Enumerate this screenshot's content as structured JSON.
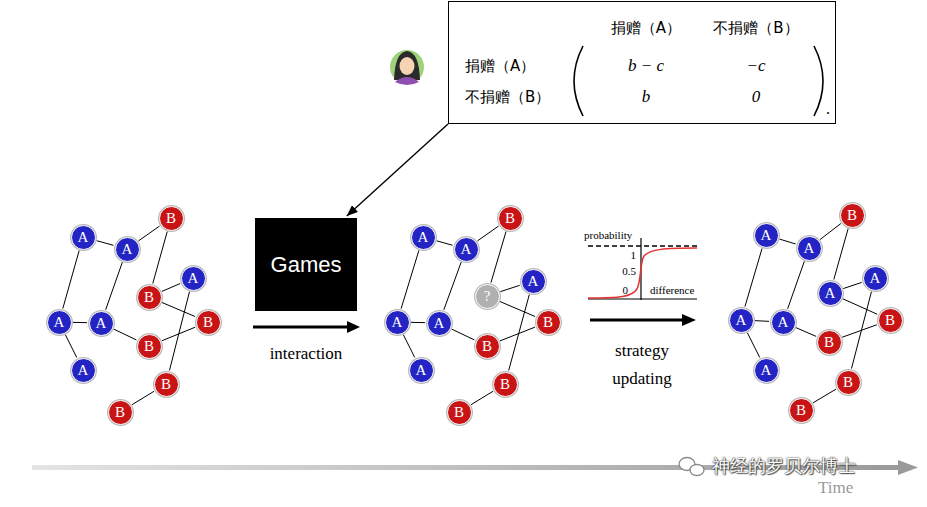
{
  "diagram": {
    "nodes": [
      {
        "text": [
          "捐赠（A）",
          "不捐赠（B）",
          "捐赠（A）",
          "b − c",
          "−c",
          "不捐赠（B）",
          "b",
          "0"
        ]
      },
      {
        "text": [
          "Games"
        ]
      },
      {
        "text": [
          "A"
        ]
      },
      {
        "text": [
          "A"
        ]
      },
      {
        "text": [
          "B"
        ]
      },
      {
        "text": [
          "A"
        ]
      },
      {
        "text": [
          "B"
        ]
      },
      {
        "text": [
          "B"
        ]
      },
      {
        "text": [
          "A"
        ]
      },
      {
        "text": [
          "A"
        ]
      },
      {
        "text": [
          "B"
        ]
      },
      {
        "text": [
          "A"
        ]
      },
      {
        "text": [
          "B"
        ]
      },
      {
        "text": [
          "B"
        ]
      },
      {
        "text": [
          "A"
        ]
      },
      {
        "text": [
          "A"
        ]
      },
      {
        "text": [
          "B"
        ]
      },
      {
        "text": [
          "A"
        ]
      },
      {
        "text": [
          "?"
        ]
      },
      {
        "text": [
          "B"
        ]
      },
      {
        "text": [
          "A"
        ]
      },
      {
        "text": [
          "A"
        ]
      },
      {
        "text": [
          "B"
        ]
      },
      {
        "text": [
          "A"
        ]
      },
      {
        "text": [
          "B"
        ]
      },
      {
        "text": [
          "B"
        ]
      },
      {
        "text": [
          "A"
        ]
      },
      {
        "text": [
          "A"
        ]
      },
      {
        "text": [
          "B"
        ]
      },
      {
        "text": [
          "A"
        ]
      },
      {
        "text": [
          "A"
        ]
      },
      {
        "text": [
          "B"
        ]
      },
      {
        "text": [
          "A"
        ]
      },
      {
        "text": [
          "A"
        ]
      },
      {
        "text": [
          "B"
        ]
      },
      {
        "text": [
          "A"
        ]
      },
      {
        "text": [
          "B"
        ]
      },
      {
        "text": [
          "B"
        ]
      }
    ],
    "edges": [
      {
        "from": 0,
        "to": 1,
        "arrow": "to"
      },
      {
        "from": 2,
        "to": 3,
        "arrow": "none"
      },
      {
        "from": 2,
        "to": 8,
        "arrow": "none"
      },
      {
        "from": 3,
        "to": 4,
        "arrow": "none"
      },
      {
        "from": 3,
        "to": 9,
        "arrow": "none"
      },
      {
        "from": 4,
        "to": 6,
        "arrow": "none"
      },
      {
        "from": 5,
        "to": 6,
        "arrow": "none"
      },
      {
        "from": 5,
        "to": 12,
        "arrow": "none"
      },
      {
        "from": 6,
        "to": 7,
        "arrow": "none"
      },
      {
        "from": 7,
        "to": 10,
        "arrow": "none"
      },
      {
        "from": 8,
        "to": 9,
        "arrow": "none"
      },
      {
        "from": 8,
        "to": 11,
        "arrow": "none"
      },
      {
        "from": 9,
        "to": 10,
        "arrow": "none"
      },
      {
        "from": 12,
        "to": 13,
        "arrow": "none"
      },
      {
        "from": 14,
        "to": 15,
        "arrow": "none"
      },
      {
        "from": 14,
        "to": 20,
        "arrow": "none"
      },
      {
        "from": 15,
        "to": 16,
        "arrow": "none"
      },
      {
        "from": 15,
        "to": 21,
        "arrow": "none"
      },
      {
        "from": 16,
        "to": 18,
        "arrow": "none"
      },
      {
        "from": 17,
        "to": 18,
        "arrow": "none"
      },
      {
        "from": 17,
        "to": 24,
        "arrow": "none"
      },
      {
        "from": 18,
        "to": 19,
        "arrow": "none"
      },
      {
        "from": 19,
        "to": 22,
        "arrow": "none"
      },
      {
        "from": 20,
        "to": 21,
        "arrow": "none"
      },
      {
        "from": 20,
        "to": 23,
        "arrow": "none"
      },
      {
        "from": 21,
        "to": 22,
        "arrow": "none"
      },
      {
        "from": 24,
        "to": 25,
        "arrow": "none"
      },
      {
        "from": 26,
        "to": 27,
        "arrow": "none"
      },
      {
        "from": 26,
        "to": 32,
        "arrow": "none"
      },
      {
        "from": 27,
        "to": 28,
        "arrow": "none"
      },
      {
        "from": 27,
        "to": 33,
        "arrow": "none"
      },
      {
        "from": 28,
        "to": 30,
        "arrow": "none"
      },
      {
        "from": 29,
        "to": 30,
        "arrow": "none"
      },
      {
        "from": 29,
        "to": 36,
        "arrow": "none"
      },
      {
        "from": 30,
        "to": 31,
        "arrow": "none"
      },
      {
        "from": 31,
        "to": 34,
        "arrow": "none"
      },
      {
        "from": 32,
        "to": 33,
        "arrow": "none"
      },
      {
        "from": 32,
        "to": 35,
        "arrow": "none"
      },
      {
        "from": 33,
        "to": 34,
        "arrow": "none"
      },
      {
        "from": 36,
        "to": 37,
        "arrow": "none"
      }
    ],
    "labels": [
      "interaction",
      "strategy updating",
      "probability",
      "1",
      "0.5",
      "0",
      "difference",
      ".",
      "神经的罗贝尔博士",
      "Time"
    ]
  }
}
